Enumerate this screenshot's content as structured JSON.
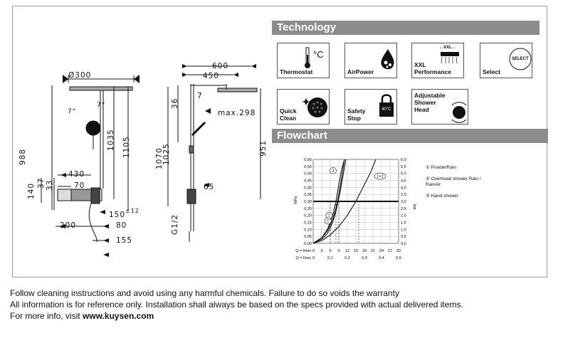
{
  "technology": {
    "heading": "Technology",
    "tiles": [
      {
        "label": "Thermostat",
        "icon": "thermometer-icon",
        "glyph": "°C"
      },
      {
        "label": "AirPower",
        "icon": "air-drop-icon"
      },
      {
        "label": "XXL\nPerformance",
        "icon": "xxl-head-icon",
        "glyph": "←XXL→"
      },
      {
        "label": "Select",
        "icon": "select-button-icon",
        "glyph": "SELECT"
      },
      {
        "label": "Quick\nClean",
        "icon": "quick-clean-icon"
      },
      {
        "label": "Safety\nStop",
        "icon": "safety-lock-icon",
        "glyph": "40°C"
      },
      {
        "label": "Adjustable\nShower\nHead",
        "icon": "adjustable-head-icon"
      }
    ]
  },
  "flowchart": {
    "heading": "Flowchart",
    "legend": [
      "① PowderRain",
      "② Overhead shower Rain / RainAir",
      "③ Hand shower"
    ],
    "pressure_unit": "MPa",
    "bar_unit": "bar",
    "y_ticks_mpa": [
      "0,60",
      "0,55",
      "0,50",
      "0,45",
      "0,40",
      "0,35",
      "0,30",
      "0,25",
      "0,20",
      "0,15",
      "0,10",
      "0,05",
      "0,00"
    ],
    "y_ticks_bar": [
      "6,0",
      "5,5",
      "5,0",
      "4,5",
      "4,0",
      "3,5",
      "3,0",
      "2,5",
      "2,0",
      "1,5",
      "1,0",
      "0,5",
      "0,0"
    ],
    "x_row1_label": "Q = l/min 0",
    "x_row1": [
      "3",
      "6",
      "9",
      "12",
      "15",
      "18",
      "21",
      "24",
      "27",
      "30"
    ],
    "x_row2_label": "Q = l/sec 0",
    "x_row2": [
      "0,1",
      "0,2",
      "0,3",
      "0,4",
      "0,5"
    ],
    "curve_labels": [
      "1",
      "2",
      "3",
      "1+2"
    ]
  },
  "chart_data": {
    "type": "line",
    "xlabel": "Q = l/min",
    "ylabel": "MPa",
    "xlim": [
      0,
      30
    ],
    "ylim": [
      0,
      0.6
    ],
    "grid": true,
    "series": [
      {
        "name": "1",
        "x": [
          0,
          3,
          5,
          6,
          7,
          8,
          9,
          10,
          11
        ],
        "y": [
          0,
          0.04,
          0.09,
          0.13,
          0.18,
          0.25,
          0.35,
          0.47,
          0.6
        ]
      },
      {
        "name": "2",
        "x": [
          0,
          3,
          5,
          6,
          7,
          8,
          9,
          10,
          11.5
        ],
        "y": [
          0,
          0.03,
          0.07,
          0.11,
          0.16,
          0.23,
          0.32,
          0.43,
          0.6
        ]
      },
      {
        "name": "3",
        "x": [
          0,
          3,
          5,
          6,
          7,
          8,
          9,
          10,
          11
        ],
        "y": [
          0,
          0.04,
          0.1,
          0.15,
          0.21,
          0.3,
          0.42,
          0.53,
          0.6
        ]
      },
      {
        "name": "1+2",
        "x": [
          0,
          3,
          6,
          9,
          12,
          15,
          18,
          20,
          22
        ],
        "y": [
          0,
          0.02,
          0.06,
          0.12,
          0.2,
          0.3,
          0.42,
          0.5,
          0.6
        ]
      }
    ],
    "reference_line_mpa": 0.3
  },
  "drawing": {
    "dims": {
      "head_diameter": "Ø300",
      "angle_a": "7°",
      "angle_b": "7°",
      "d988": "988",
      "d140": "140",
      "d37": "37",
      "d33": "33",
      "d430": "430",
      "d70": "70",
      "d1035": "1035",
      "d1105": "1105",
      "d150": "150",
      "tol12": "±12",
      "d200": "200",
      "d80": "80",
      "d155": "155",
      "d600": "600",
      "d450": "450",
      "d36": "36",
      "d7": "7",
      "dmax298": "max.298",
      "d1070": "1070",
      "d1025": "1025",
      "d65": "65",
      "d951": "951",
      "thread": "G1/2"
    }
  },
  "footer": {
    "line1": "Follow cleaning instructions and avoid using any harmful chemicals. Failure to do so voids the warranty",
    "line2": "All information is for reference only. Installation shall always be based on the specs provided with actual delivered items.",
    "line3_prefix": "For more info, visit ",
    "line3_link": "www.kuysen.com"
  }
}
